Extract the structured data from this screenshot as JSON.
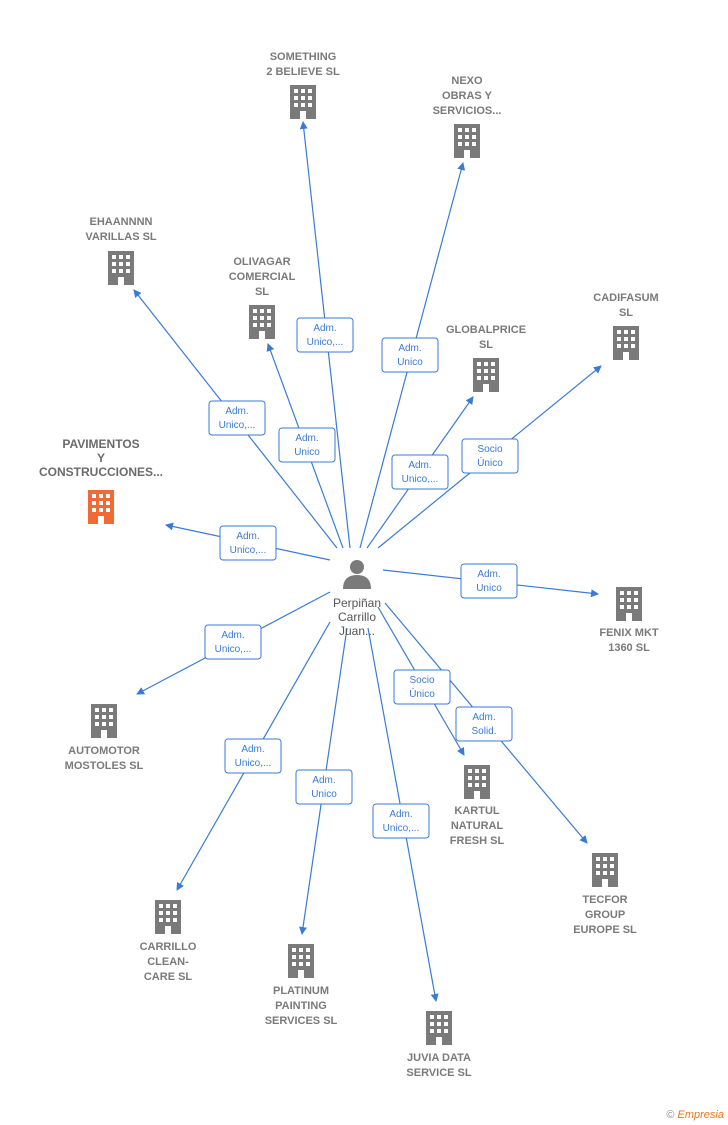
{
  "center": {
    "label_lines": [
      "Perpiñan",
      "Carrillo",
      "Juan..."
    ]
  },
  "nodes": [
    {
      "id": "something",
      "lines": [
        "SOMETHING",
        "2 BELIEVE  SL"
      ],
      "highlight": false
    },
    {
      "id": "nexo",
      "lines": [
        "NEXO",
        "OBRAS Y",
        "SERVICIOS..."
      ],
      "highlight": false
    },
    {
      "id": "ehaannnn",
      "lines": [
        "EHAANNNN",
        "VARILLAS  SL"
      ],
      "highlight": false
    },
    {
      "id": "olivagar",
      "lines": [
        "OLIVAGAR",
        "COMERCIAL",
        "SL"
      ],
      "highlight": false
    },
    {
      "id": "globalprice",
      "lines": [
        "GLOBALPRICE",
        "SL"
      ],
      "highlight": false
    },
    {
      "id": "cadifasum",
      "lines": [
        "CADIFASUM",
        "SL"
      ],
      "highlight": false
    },
    {
      "id": "pavimentos",
      "lines": [
        "PAVIMENTOS",
        "Y",
        "CONSTRUCCIONES..."
      ],
      "highlight": true
    },
    {
      "id": "fenix",
      "lines": [
        "FENIX MKT",
        "1360  SL"
      ],
      "highlight": false
    },
    {
      "id": "automotor",
      "lines": [
        "AUTOMOTOR",
        "MOSTOLES  SL"
      ],
      "highlight": false
    },
    {
      "id": "kartul",
      "lines": [
        "KARTUL",
        "NATURAL",
        "FRESH  SL"
      ],
      "highlight": false
    },
    {
      "id": "tecfor",
      "lines": [
        "TECFOR",
        "GROUP",
        "EUROPE  SL"
      ],
      "highlight": false
    },
    {
      "id": "carrillo",
      "lines": [
        "CARRILLO",
        "CLEAN-",
        "CARE  SL"
      ],
      "highlight": false
    },
    {
      "id": "platinum",
      "lines": [
        "PLATINUM",
        "PAINTING",
        "SERVICES  SL"
      ],
      "highlight": false
    },
    {
      "id": "juvia",
      "lines": [
        "JUVIA DATA",
        "SERVICE  SL"
      ],
      "highlight": false
    }
  ],
  "edges": [
    {
      "target": "something",
      "lines": [
        "Adm.",
        "Unico,..."
      ]
    },
    {
      "target": "nexo",
      "lines": [
        "Adm.",
        "Unico"
      ]
    },
    {
      "target": "ehaannnn",
      "lines": [
        "Adm.",
        "Unico,..."
      ]
    },
    {
      "target": "olivagar",
      "lines": [
        "Adm.",
        "Unico"
      ]
    },
    {
      "target": "globalprice",
      "lines": [
        "Adm.",
        "Unico,..."
      ]
    },
    {
      "target": "cadifasum",
      "lines": [
        "Socio",
        "Único"
      ]
    },
    {
      "target": "pavimentos",
      "lines": [
        "Adm.",
        "Unico,..."
      ]
    },
    {
      "target": "fenix",
      "lines": [
        "Adm.",
        "Unico"
      ]
    },
    {
      "target": "automotor",
      "lines": [
        "Adm.",
        "Unico,..."
      ]
    },
    {
      "target": "kartul",
      "lines": [
        "Socio",
        "Único"
      ]
    },
    {
      "target": "tecfor",
      "lines": [
        "Adm.",
        "Solid."
      ]
    },
    {
      "target": "carrillo",
      "lines": [
        "Adm.",
        "Unico,..."
      ]
    },
    {
      "target": "platinum",
      "lines": [
        "Adm.",
        "Unico"
      ]
    },
    {
      "target": "juvia",
      "lines": [
        "Adm.",
        "Unico,..."
      ]
    }
  ],
  "colors": {
    "edge": "#3a7bd5",
    "building": "#7a7a7a",
    "building_highlight": "#f06a35",
    "person": "#7a7a7a"
  },
  "footer": {
    "copyright": "©",
    "brand": "Empresia"
  }
}
